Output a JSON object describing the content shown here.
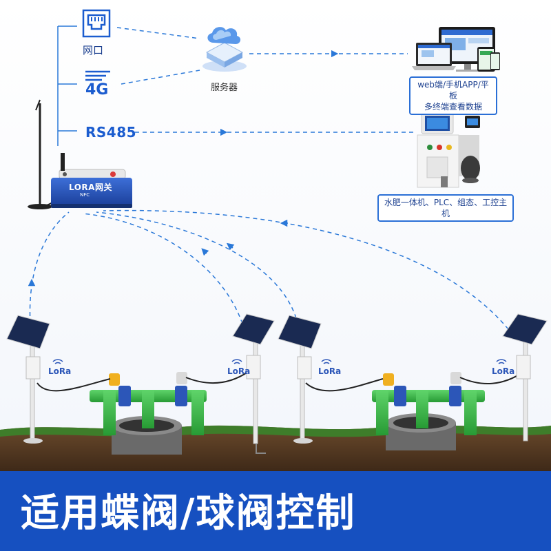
{
  "channels": {
    "network_label": "网口",
    "cellular_label": "4G",
    "serial_label": "RS485"
  },
  "server": {
    "label": "服务器"
  },
  "terminals": {
    "line1": "web端/手机APP/平板",
    "line2": "多终端查看数据"
  },
  "controllers": {
    "label": "水肥一体机、PLC、组态、工控主机"
  },
  "gateway": {
    "label": "LORA网关",
    "sub": "NFC"
  },
  "lora_badge": "LoRa",
  "banner": {
    "title": "适用蝶阀/球阀控制"
  },
  "colors": {
    "accent": "#1b5ccf",
    "banner": "#1650c0",
    "pipe_green": "#3dbb4a",
    "soil": "#4a3220",
    "dash": "#2a78d8"
  },
  "icons": {
    "network": "ethernet-port-icon",
    "cellular": "signal-4g-icon",
    "server": "cloud-server-icon",
    "lora": "lora-wifi-icon"
  }
}
